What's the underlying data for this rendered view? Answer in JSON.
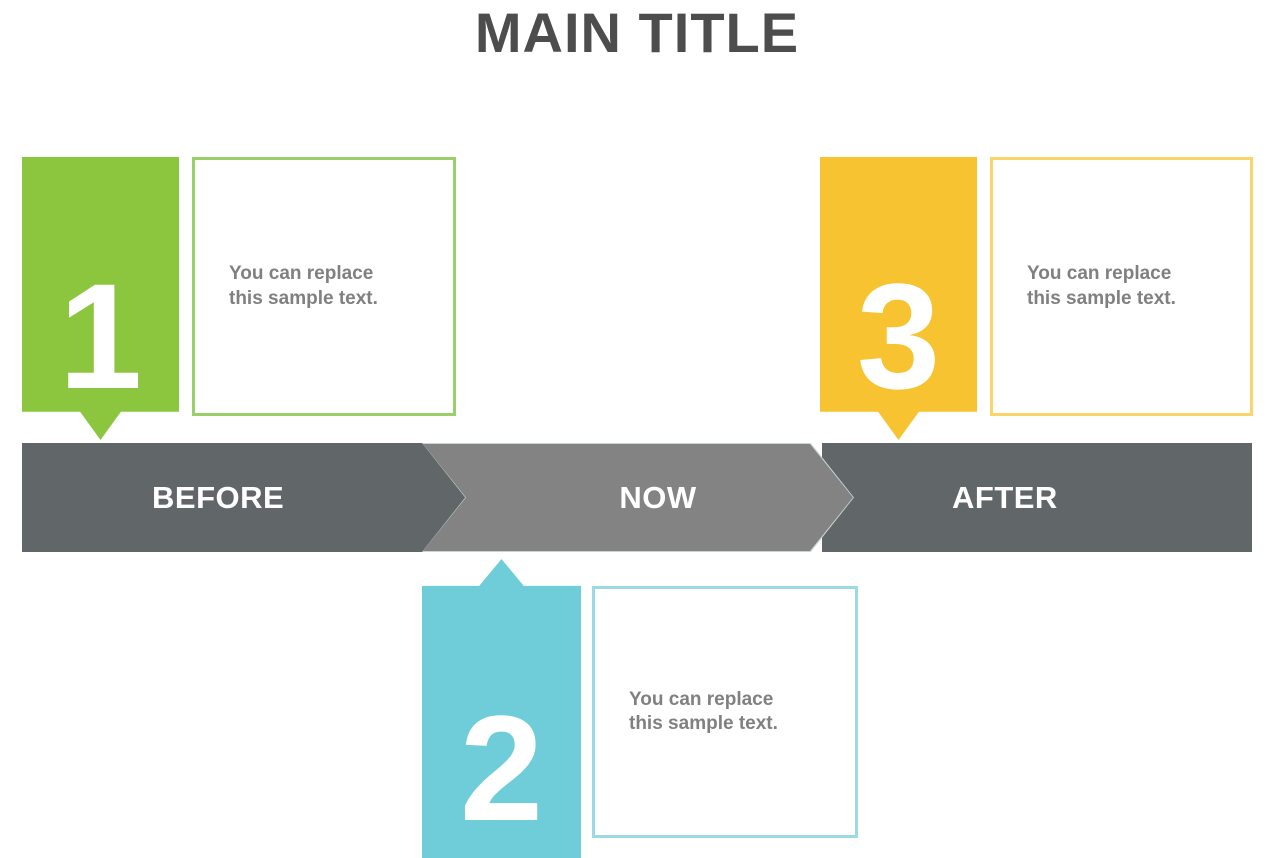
{
  "page": {
    "title": "MAIN TITLE",
    "background_color": "#FFFFFF",
    "title_color": "#4D4D4D"
  },
  "timeline": {
    "bar_color_dark": "#616769",
    "bar_color_light": "#838383",
    "chevron_outline_color": "#C9D4D6",
    "segments": [
      {
        "id": "before",
        "label": "BEFORE",
        "color": "#616769",
        "shape": "rectangle"
      },
      {
        "id": "now",
        "label": "NOW",
        "color": "#838383",
        "shape": "chevron"
      },
      {
        "id": "after",
        "label": "AFTER",
        "color": "#616769",
        "shape": "rectangle"
      }
    ]
  },
  "steps": [
    {
      "id": "step-one",
      "number": "1",
      "color": "#8CC63F",
      "border_color": "#9ACF6A",
      "pointer": "down",
      "body_text": "You can replace\nthis sample text.",
      "body_text_color": "#808080"
    },
    {
      "id": "step-two",
      "number": "2",
      "color": "#6FCDD9",
      "border_color": "#9BDAE3",
      "pointer": "up",
      "body_text": "You can replace\nthis sample text.",
      "body_text_color": "#808080"
    },
    {
      "id": "step-three",
      "number": "3",
      "color": "#F7C331",
      "border_color": "#FBD46A",
      "pointer": "down",
      "body_text": "You can replace\nthis sample text.",
      "body_text_color": "#808080"
    }
  ]
}
